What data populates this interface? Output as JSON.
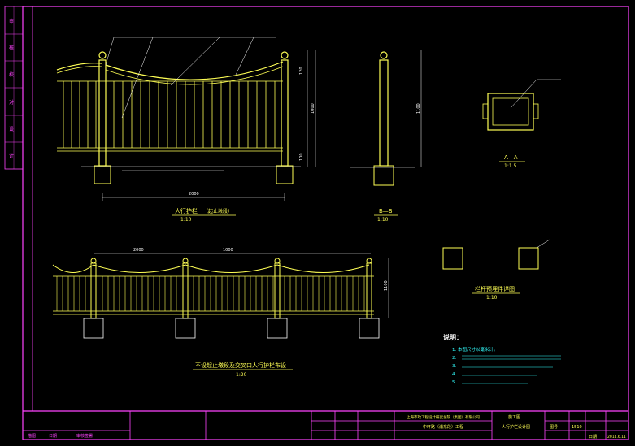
{
  "drawing": {
    "views": {
      "elevation": {
        "title": "人行护栏",
        "subtitle": "（起止墩段）",
        "scale": "1:10"
      },
      "section_b": {
        "title": "B—B",
        "scale": "1:10"
      },
      "section_a": {
        "title": "A—A",
        "scale": "1:1.5"
      },
      "detail": {
        "title": "栏杆预埋件详图",
        "scale": "1:10"
      },
      "layout": {
        "title": "不设起止墩段及交叉口人行护栏布设",
        "scale": "1:20"
      }
    },
    "dims": {
      "span_elev": "2000",
      "span_a": "2000",
      "span_b": "1000",
      "h_total": "1100",
      "h_top": "120",
      "h_mid": "1000",
      "h_bot": "100"
    },
    "notes": {
      "title": "说明：",
      "items": [
        "1. 本图尺寸以毫米计。",
        "2.",
        "3.",
        "4.",
        "5."
      ]
    },
    "title_block": {
      "left_col": [
        "审",
        "核",
        "校",
        "对",
        "设",
        "计"
      ],
      "bottom_labels": [
        "描图",
        "日期",
        "审核签署"
      ],
      "design_unit": "上海市政工程设计研究总院（集团）有限公司",
      "project": "中环路（浦东段）工程",
      "drawing_name": "人行护栏设计图",
      "stage": "施工图",
      "sheet_label": "图号",
      "sheet_value": "1510",
      "date_label": "日期",
      "date_value": "2014.6.11"
    },
    "colors": {
      "frame": "#ff44ff",
      "rail": "#ffff55",
      "dimension": "#33ffff",
      "label": "#ffffff"
    }
  }
}
